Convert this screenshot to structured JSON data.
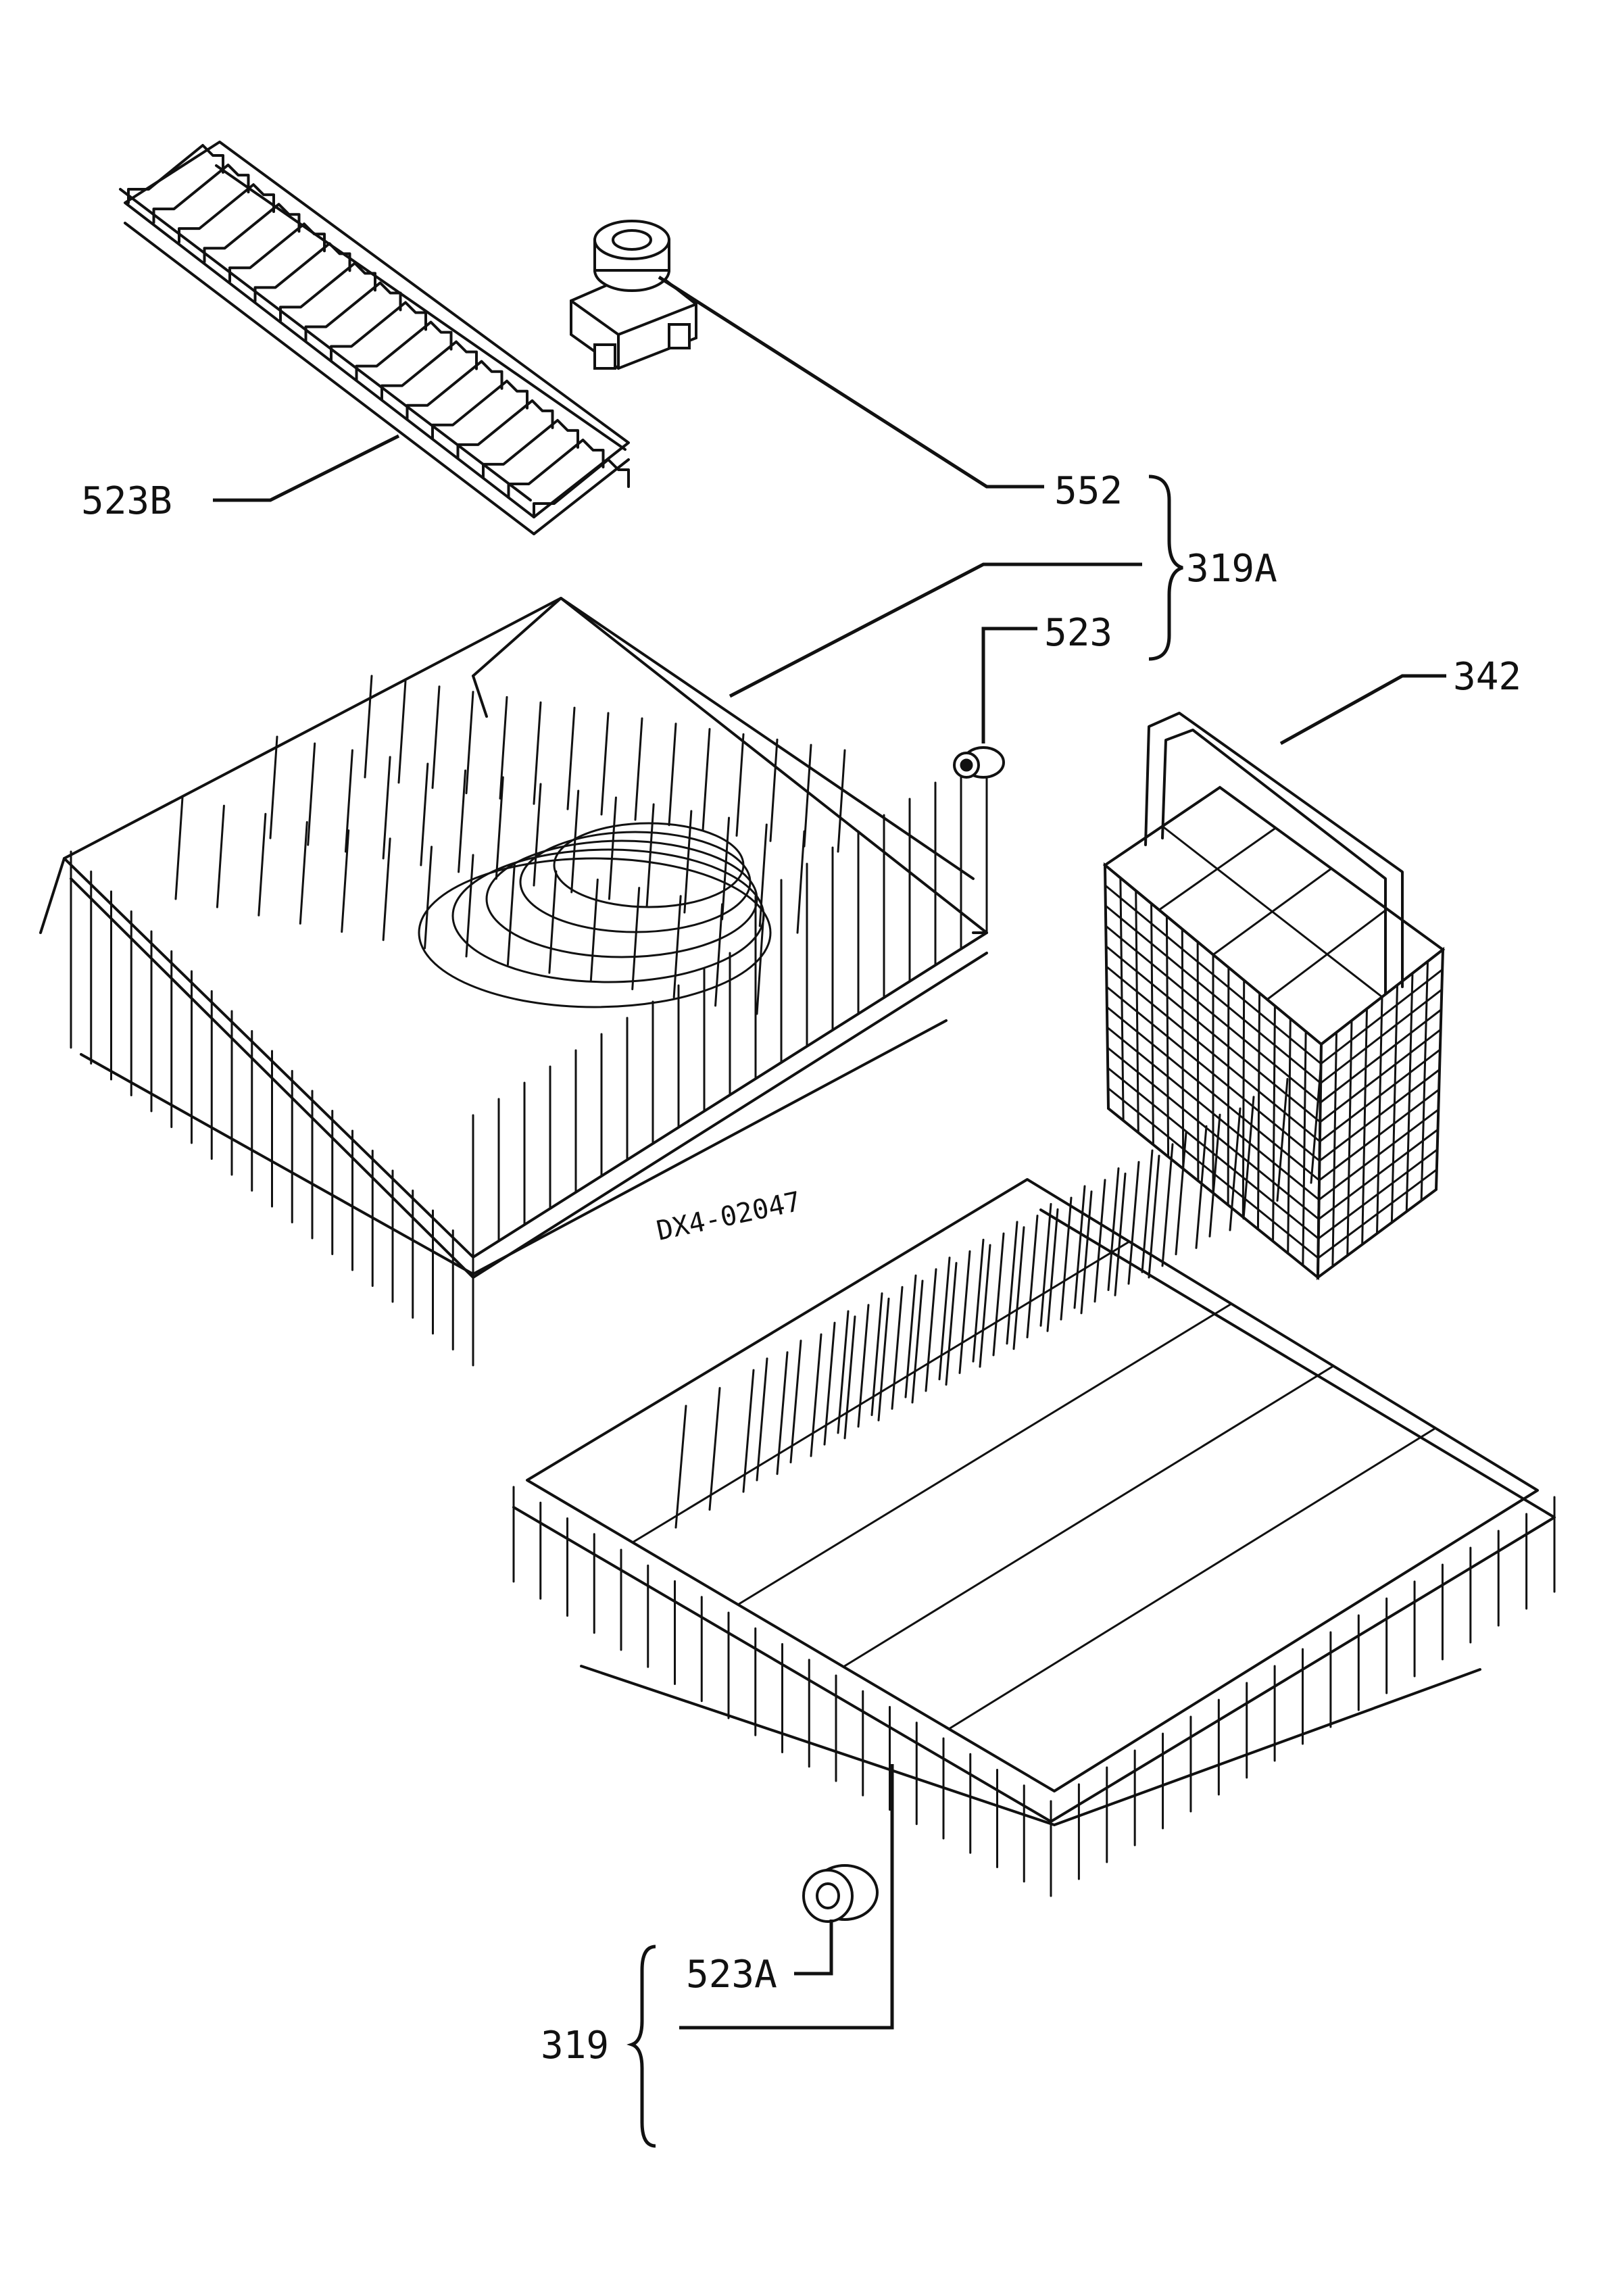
{
  "labels": {
    "l523b": "523B",
    "l552": "552",
    "l319a": "319A",
    "l523": "523",
    "l342": "342",
    "l523a": "523A",
    "l319": "319",
    "drawing_code": "DX4-02047"
  }
}
